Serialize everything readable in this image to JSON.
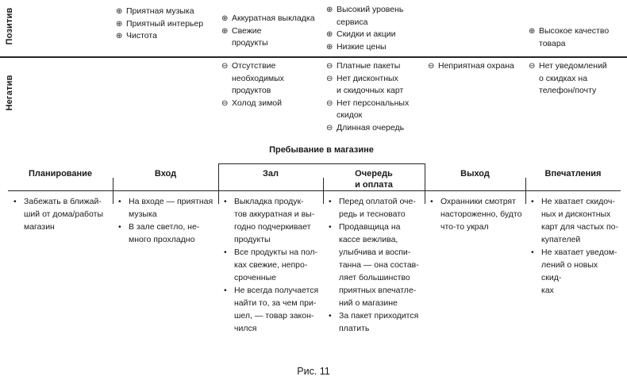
{
  "emotions": {
    "positive": {
      "label": "Позитив",
      "marker": "⊕",
      "items_by_column": [
        [],
        [
          "Приятная музыка",
          "Приятный интерьер",
          "Чистота"
        ],
        [
          "Аккуратная выкладка",
          "Свежие\nпродукты"
        ],
        [
          "Высокий уровень\nсервиса",
          "Скидки и акции",
          "Низкие цены"
        ],
        [],
        [
          "Высокое качество\nтовара"
        ]
      ]
    },
    "negative": {
      "label": "Негатив",
      "marker": "⊖",
      "items_by_column": [
        [],
        [],
        [
          "Отсутствие\nнеобходимых\nпродуктов",
          "Холод зимой"
        ],
        [
          "Платные пакеты",
          "Нет дисконтных\nи скидочных карт",
          "Нет персональных\nскидок",
          "Длинная очередь"
        ],
        [
          "Неприятная охрана"
        ],
        [
          "Нет уведомлений\nо скидках на\nтелефон/почту"
        ]
      ]
    }
  },
  "journey": {
    "group_header": "Пребывание в магазине",
    "bullet": "•",
    "columns": [
      {
        "header": "Планирование",
        "items": [
          "Забежать в ближай-\nший от дома/работы\nмагазин"
        ]
      },
      {
        "header": "Вход",
        "items": [
          "На входе — приятная\nмузыка",
          "В зале светло, не-\nмного прохладно"
        ]
      },
      {
        "header": "Зал",
        "items": [
          "Выкладка продук-\nтов аккуратная и вы-\nгодно подчеркивает\nпродукты",
          "Все продукты на пол-\nках свежие, непро-\nсроченные",
          "Не всегда получается\nнайти то, за чем при-\nшел, — товар закон-\nчился"
        ]
      },
      {
        "header": "Очередь\nи оплата",
        "items": [
          "Перед оплатой оче-\nредь и тесновато",
          "Продавщица на\nкассе вежлива,\nулыбчива и воспи-\nтанна — она состав-\nляет большинство\nприятных впечатле-\nний о магазине",
          "За пакет приходится\nплатить"
        ]
      },
      {
        "header": "Выход",
        "items": [
          "Охранники смотрят\nнастороженно, будто\nчто-то украл"
        ]
      },
      {
        "header": "Впечатления",
        "items": [
          "Не хватает скидоч-\nных и дисконтных\nкарт для частых по-\nкупателей",
          "Не хватает уведом-\nлений о новых скид-\nках"
        ]
      }
    ]
  },
  "caption": "Рис. 11"
}
